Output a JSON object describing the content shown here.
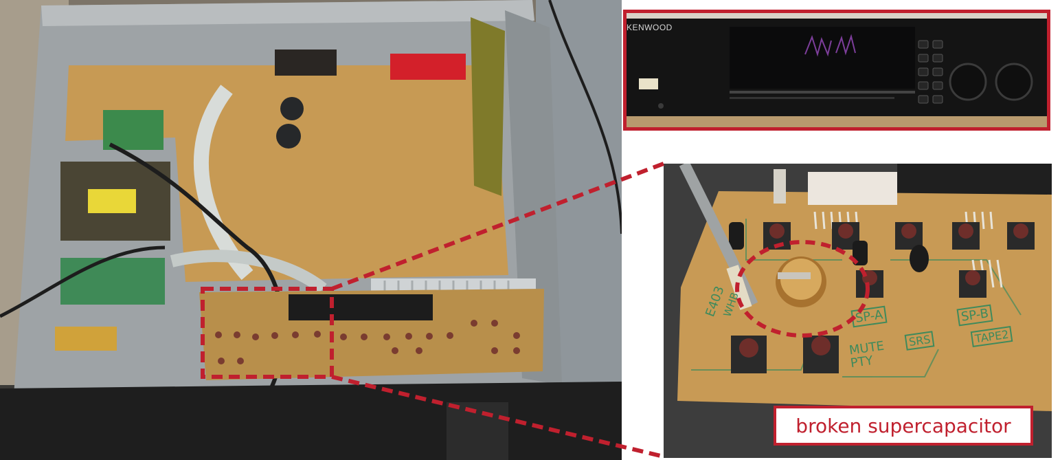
{
  "figure": {
    "front_panel": {
      "brand": "KENWOOD"
    },
    "detail": {
      "board_labels": [
        "E403",
        "WHB",
        "SP-A",
        "SP-B",
        "MUTE",
        "PTY",
        "SRS",
        "TAPE2"
      ],
      "caption": "broken supercapacitor"
    },
    "colors": {
      "highlight": "#c0202e",
      "pcb": "#c79a54",
      "chassis": "#9ea3a6"
    }
  }
}
